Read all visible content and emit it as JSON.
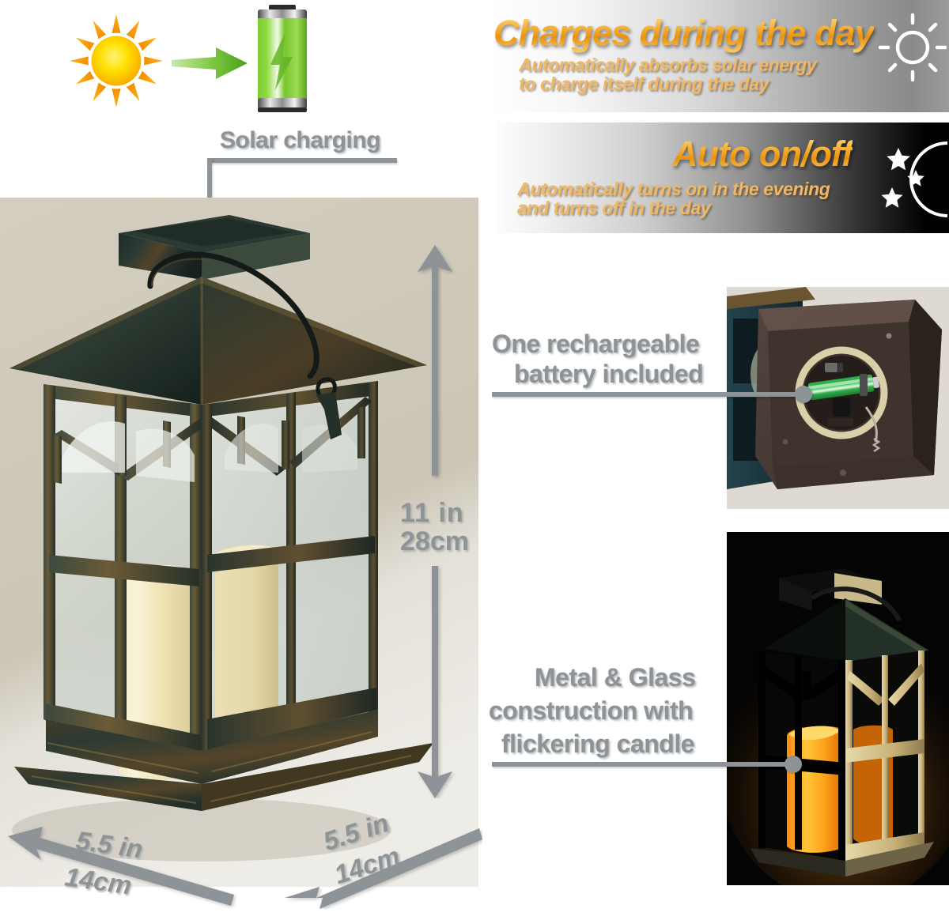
{
  "solar": {
    "label": "Solar charging",
    "sun_icon": "sun-icon",
    "battery_icon": "battery-charging-icon",
    "arrow_icon": "arrow-right-icon"
  },
  "banners": [
    {
      "id": "charges-during-the-day",
      "title": "Charges during the day",
      "subtitle_line1": "Automatically absorbs solar energy",
      "subtitle_line2": "to charge itself during the day",
      "icon": "sun-outline-icon"
    },
    {
      "id": "auto-on-off",
      "title": "Auto  on/off",
      "subtitle_line1": "Automatically turns on in the evening",
      "subtitle_line2": "and turns off in the day",
      "icon": "moon-stars-icon"
    }
  ],
  "dimensions": {
    "height_in": "11 in",
    "height_cm": "28cm",
    "width_left_in": "5.5 in",
    "width_left_cm": "14cm",
    "width_right_in": "5.5 in",
    "width_right_cm": "14cm"
  },
  "callouts": [
    {
      "id": "battery-included",
      "line1": "One rechargeable",
      "line2": "battery included"
    },
    {
      "id": "metal-glass",
      "line1": "Metal & Glass",
      "line2": "construction with",
      "line3": "flickering candle"
    }
  ],
  "colors": {
    "callout_gray": "#8d9396",
    "gold": "#f5a623",
    "sub_gold": "#f0b866",
    "battery_green": "#6dbe2a",
    "photo_bg": "#cdc7b8"
  },
  "photos": {
    "main": "lantern-product-photo",
    "battery": "battery-compartment-photo",
    "night": "lantern-lit-at-night-photo"
  }
}
